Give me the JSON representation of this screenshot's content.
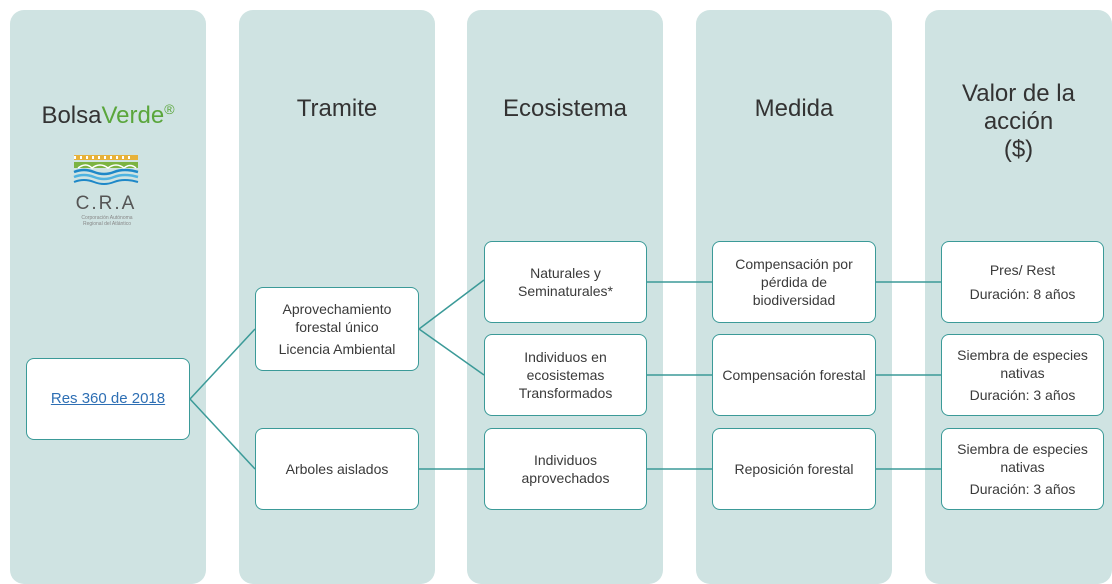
{
  "columns": {
    "c1": {
      "title_part1": "Bolsa",
      "title_part2": "Verde",
      "title_mark": "®"
    },
    "c2": {
      "title": "Tramite"
    },
    "c3": {
      "title": "Ecosistema"
    },
    "c4": {
      "title": "Medida"
    },
    "c5": {
      "title_line1": "Valor de la acción",
      "title_line2": "($)"
    }
  },
  "logo": {
    "name": "C.R.A",
    "sub_line1": "Corporación Autónoma",
    "sub_line2": "Regional del Atlántico"
  },
  "res": {
    "label": "Res 360 de 2018"
  },
  "tramite": {
    "t1": {
      "line1": "Aprovechamiento",
      "line2": "forestal único",
      "line3": "Licencia Ambiental"
    },
    "t2": {
      "line1": "Arboles aislados"
    }
  },
  "ecosistema": {
    "e1": {
      "line1": "Naturales y",
      "line2": "Seminaturales*"
    },
    "e2": {
      "line1": "Individuos en",
      "line2": "ecosistemas",
      "line3": "Transformados"
    },
    "e3": {
      "line1": "Individuos",
      "line2": "aprovechados"
    }
  },
  "medida": {
    "m1": {
      "line1": "Compensación por",
      "line2": "pérdida de",
      "line3": "biodiversidad"
    },
    "m2": {
      "line1": "Compensación forestal"
    },
    "m3": {
      "line1": "Reposición forestal"
    }
  },
  "valor": {
    "v1": {
      "line1": "Pres/ Rest",
      "line2": "Duración: 8 años"
    },
    "v2": {
      "line1": "Siembra de especies",
      "line2": "nativas",
      "line3": "Duración: 3 años"
    },
    "v3": {
      "line1": "Siembra de especies",
      "line2": "nativas",
      "line3": "Duración: 3 años"
    }
  },
  "colors": {
    "column_bg": "#cfe3e2",
    "border": "#3b9a98",
    "link": "#2e6fb4",
    "brand_green": "#5aa63c"
  }
}
